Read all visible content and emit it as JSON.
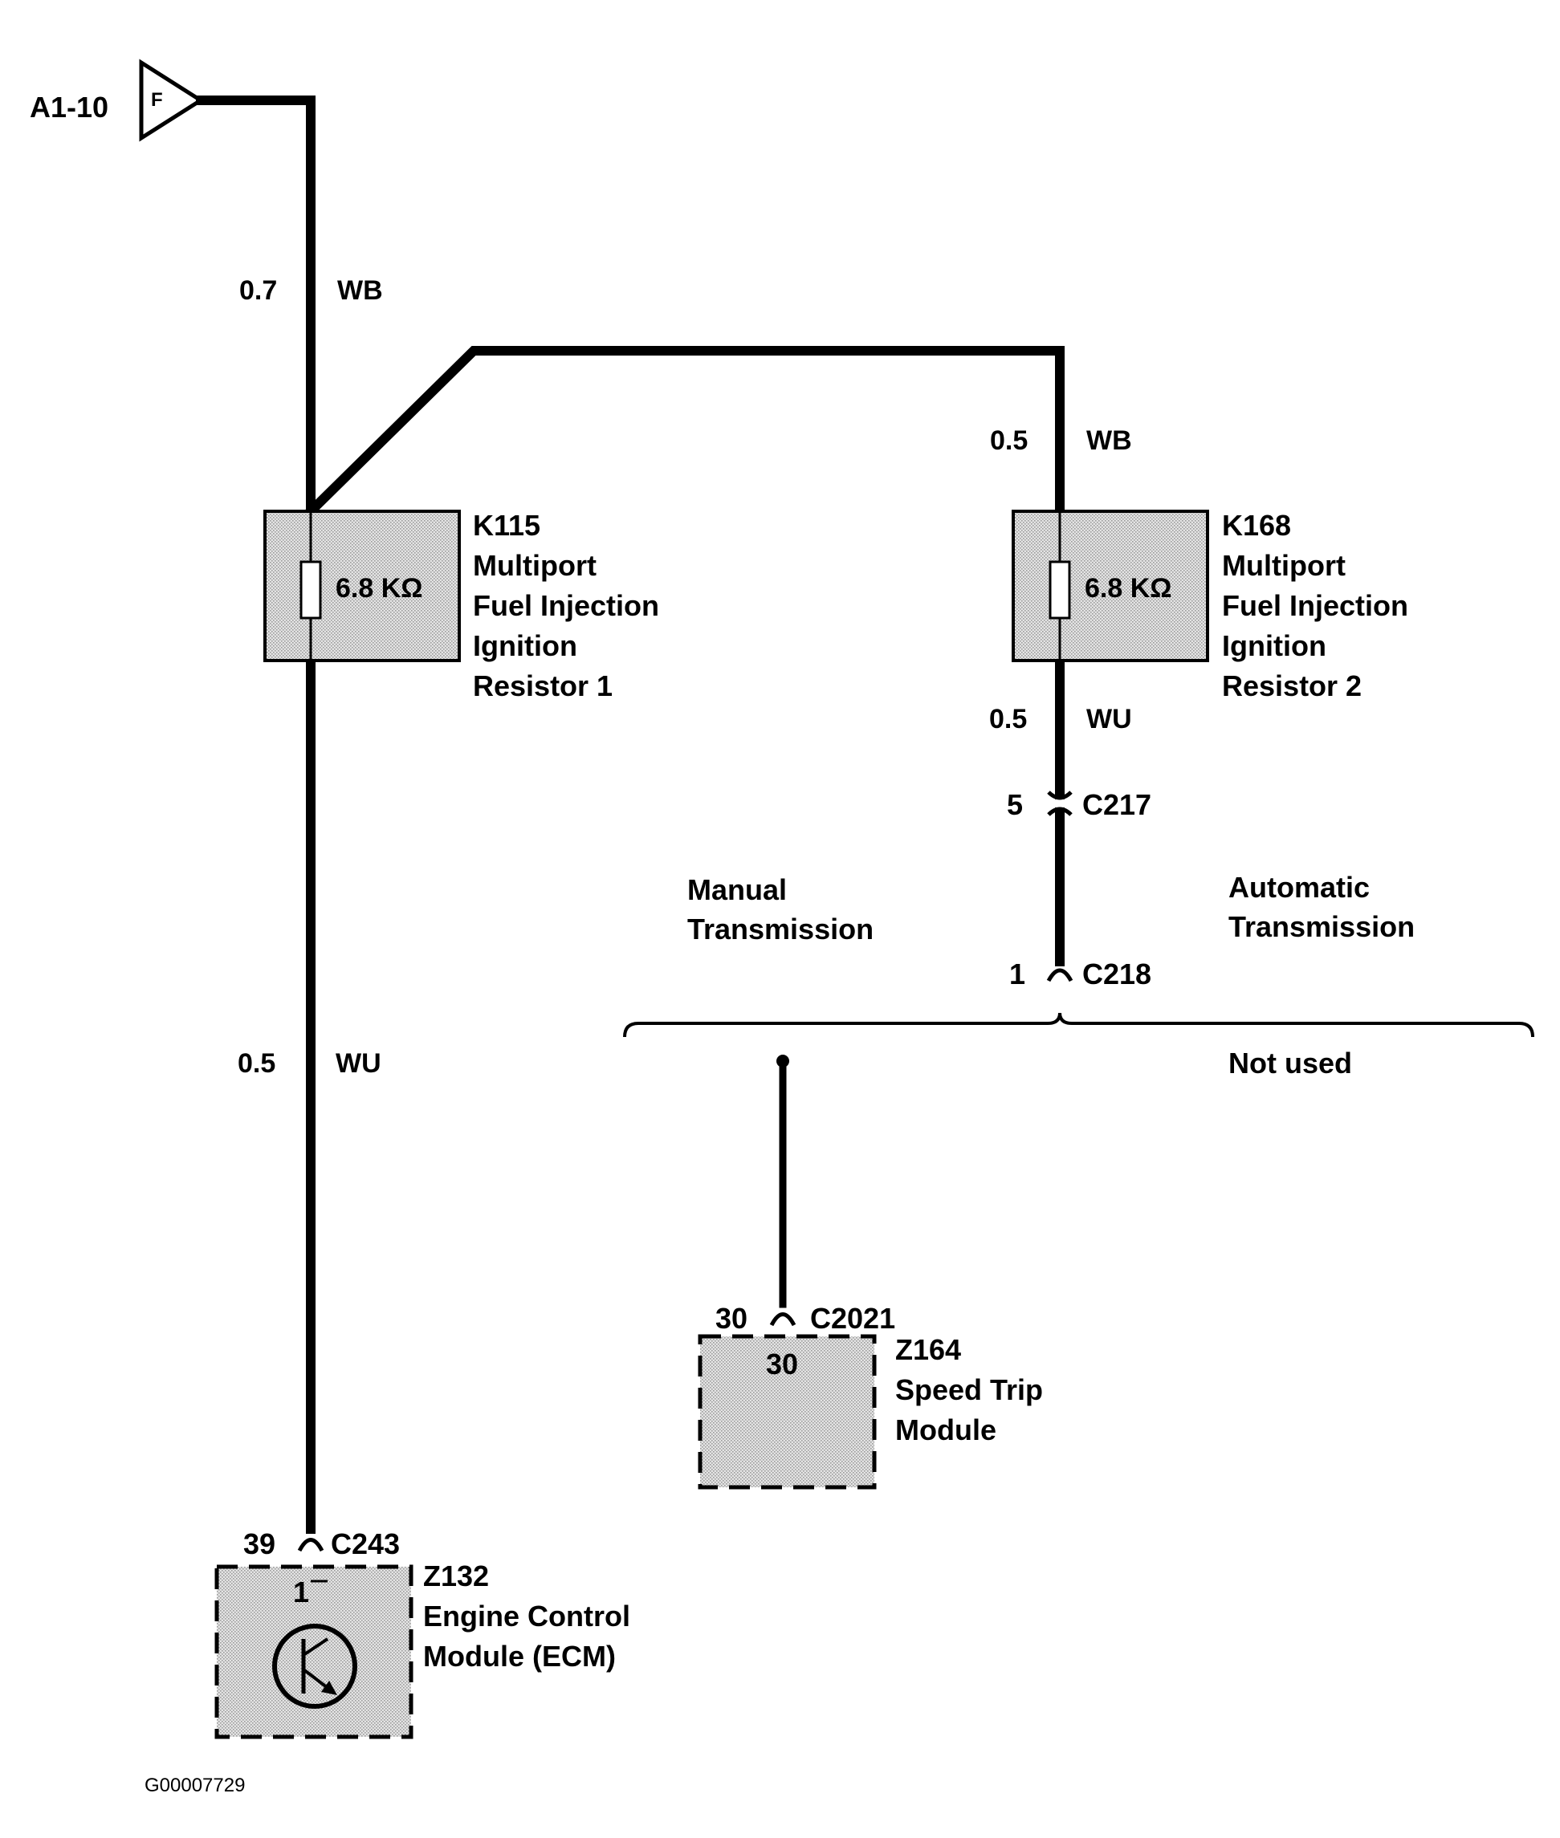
{
  "connector_ref": {
    "label": "A1-10",
    "letter": "F"
  },
  "wire_top_left": {
    "size": "0.7",
    "color": "WB"
  },
  "wire_top_right": {
    "size": "0.5",
    "color": "WB"
  },
  "wire_left_lower": {
    "size": "0.5",
    "color": "WU"
  },
  "wire_right_lower": {
    "size": "0.5",
    "color": "WU"
  },
  "resistor1": {
    "value": "6.8 KΩ",
    "lines": [
      "K115",
      "Multiport",
      "Fuel Injection",
      "Ignition",
      "Resistor 1"
    ]
  },
  "resistor2": {
    "value": "6.8 KΩ",
    "lines": [
      "K168",
      "Multiport",
      "Fuel Injection",
      "Ignition",
      "Resistor 2"
    ]
  },
  "c217": {
    "pin": "5",
    "name": "C217"
  },
  "c218": {
    "pin": "1",
    "name": "C218"
  },
  "c2021": {
    "pin": "30",
    "name": "C2021"
  },
  "c243": {
    "pin": "39",
    "name": "C243"
  },
  "branch": {
    "manual": [
      "Manual",
      "Transmission"
    ],
    "automatic": [
      "Automatic",
      "Transmission"
    ],
    "not_used": "Not used"
  },
  "speed_trip": {
    "pin": "30",
    "lines": [
      "Z164",
      "Speed Trip",
      "Module"
    ]
  },
  "ecm": {
    "pin": "1",
    "lines": [
      "Z132",
      "Engine Control",
      "Module (ECM)"
    ]
  },
  "figure_id": "G00007729"
}
